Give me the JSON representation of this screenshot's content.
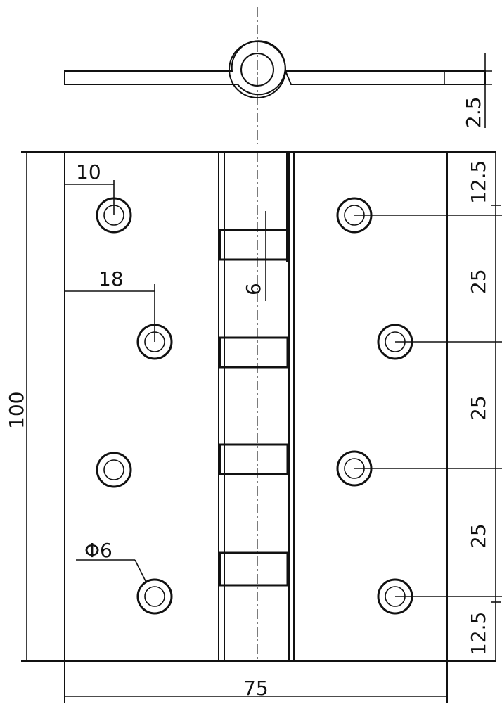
{
  "drawing": {
    "dimensions": {
      "thickness": "2.5",
      "height": "100",
      "width": "75",
      "hole_offset_top": "12.5",
      "hole_offset_bottom": "12.5",
      "hole_spacing": [
        "25",
        "25",
        "25"
      ],
      "edge_distance_near": "10",
      "edge_distance_far": "18",
      "knuckle_gap": "6",
      "hole_diameter": "Φ6"
    }
  }
}
